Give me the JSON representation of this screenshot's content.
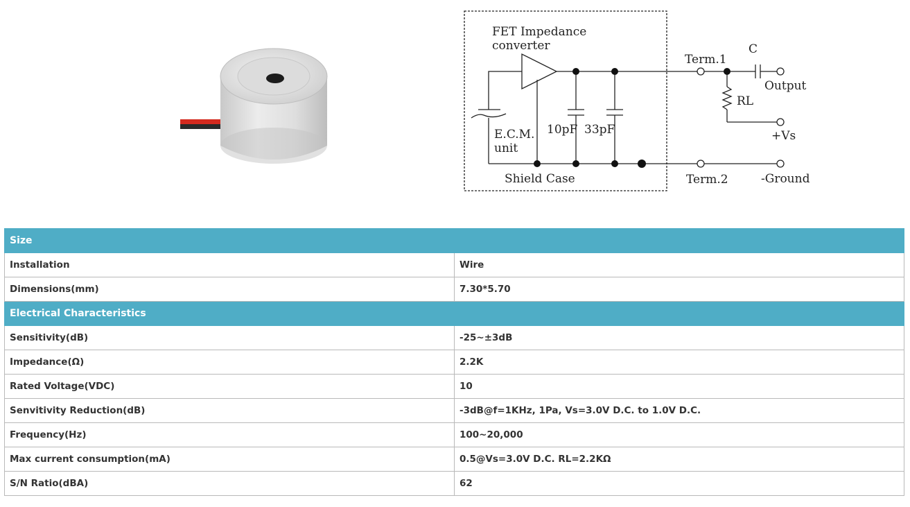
{
  "circuit": {
    "fet_label_1": "FET Impedance",
    "fet_label_2": "converter",
    "term1": "Term.1",
    "term2": "Term.2",
    "cap_c": "C",
    "output": "Output",
    "rl": "RL",
    "vs": "+Vs",
    "ecm_1": "E.C.M.",
    "ecm_2": "unit",
    "cap1": "10pF",
    "cap2": "33pF",
    "shield": "Shield Case",
    "ground": "-Ground"
  },
  "size": {
    "title": "Size",
    "rows": [
      {
        "label": "Installation",
        "value": "Wire"
      },
      {
        "label": "Dimensions(mm)",
        "value": "7.30*5.70"
      }
    ]
  },
  "electrical": {
    "title": "Electrical Characteristics",
    "rows": [
      {
        "label": "Sensitivity(dB)",
        "value": "-25~±3dB"
      },
      {
        "label": "Impedance(Ω)",
        "value": "2.2K"
      },
      {
        "label": "Rated Voltage(VDC)",
        "value": "10"
      },
      {
        "label": "Senvitivity Reduction(dB)",
        "value": "-3dB@f=1KHz, 1Pa, Vs=3.0V D.C. to 1.0V D.C."
      },
      {
        "label": "Frequency(Hz)",
        "value": "100~20,000"
      },
      {
        "label": "Max current consumption(mA)",
        "value": "0.5@Vs=3.0V D.C. RL=2.2KΩ"
      },
      {
        "label": "S/N Ratio(dBA)",
        "value": "62"
      }
    ]
  }
}
